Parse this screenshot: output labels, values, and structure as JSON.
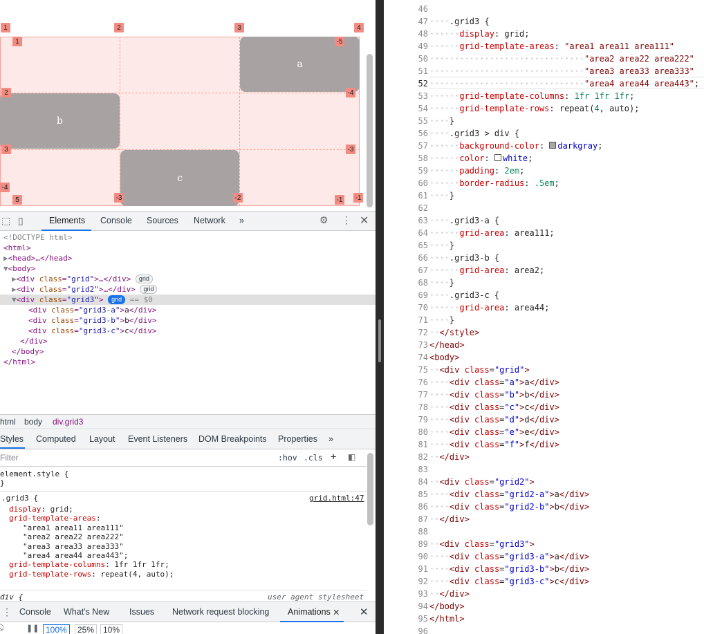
{
  "viewport": {
    "cells": [
      {
        "label": "a"
      },
      {
        "label": "b"
      },
      {
        "label": "c"
      }
    ],
    "badges": [
      "1",
      "2",
      "3",
      "4",
      "1",
      "-5",
      "2",
      "-4",
      "3",
      "-3",
      "-4",
      "5",
      "-3",
      "-2",
      "-1",
      "-1"
    ]
  },
  "devtools": {
    "tabs": [
      "Elements",
      "Console",
      "Sources",
      "Network",
      "»"
    ],
    "active_tab": "Elements",
    "dom_lines": [
      {
        "k": "doctype",
        "text": "<!DOCTYPE html>"
      },
      {
        "k": "html",
        "text": "<html>"
      },
      {
        "k": "head",
        "pre": "▶",
        "text": "<head>…</head>"
      },
      {
        "k": "body",
        "pre": "▼",
        "text": "<body>"
      },
      {
        "k": "grid",
        "pre": "▶",
        "open": "<div ",
        "attr": "class",
        "val": "\"grid\"",
        "close": ">…</div>",
        "badge": "grid"
      },
      {
        "k": "grid2",
        "pre": "▶",
        "open": "<div ",
        "attr": "class",
        "val": "\"grid2\"",
        "close": ">…</div>",
        "badge": "grid"
      },
      {
        "k": "grid3",
        "pre": "▼",
        "open": "<div ",
        "attr": "class",
        "val": "\"grid3\"",
        "close": ">",
        "badge": "grid",
        "suffix": " == $0"
      },
      {
        "k": "a",
        "open": "<div ",
        "attr": "class",
        "val": "\"grid3-a\"",
        "close": ">",
        "txt": "a",
        "end": "</div>"
      },
      {
        "k": "b",
        "open": "<div ",
        "attr": "class",
        "val": "\"grid3-b\"",
        "close": ">",
        "txt": "b",
        "end": "</div>"
      },
      {
        "k": "c",
        "open": "<div ",
        "attr": "class",
        "val": "\"grid3-c\"",
        "close": ">",
        "txt": "c",
        "end": "</div>"
      },
      {
        "k": "enddiv",
        "text": "</div>"
      },
      {
        "k": "endbody",
        "text": "</body>"
      },
      {
        "k": "endhtml",
        "text": "</html>"
      }
    ],
    "breadcrumbs": [
      "html",
      "body",
      "div.grid3"
    ],
    "subtabs": [
      "Styles",
      "Computed",
      "Layout",
      "Event Listeners",
      "DOM Breakpoints",
      "Properties",
      "»"
    ],
    "filter_placeholder": "Filter",
    "filter_buttons": [
      ":hov",
      ".cls",
      "+"
    ],
    "rules": {
      "element_style": "element.style {",
      "element_style_close": "}",
      "selector": ".grid3 {",
      "source": "grid.html:47",
      "decls": [
        {
          "p": "display",
          "v": "grid;"
        },
        {
          "p": "grid-template-areas",
          "v": ""
        },
        {
          "cont": "\"area1 area11 area111\""
        },
        {
          "cont": "\"area2 area22 area222\""
        },
        {
          "cont": "\"area3 area33 area333\""
        },
        {
          "cont": "\"area4 area44 area443\";"
        },
        {
          "p": "grid-template-columns",
          "v": "1fr 1fr 1fr;"
        },
        {
          "p": "grid-template-rows",
          "v": "repeat(4, auto);"
        }
      ],
      "next_selector": "div {",
      "next_source": "user agent stylesheet"
    },
    "drawer_tabs": [
      "Console",
      "What's New",
      "Issues",
      "Network request blocking",
      "Animations"
    ],
    "animation_speeds": [
      "100%",
      "25%",
      "10%"
    ]
  },
  "editor": {
    "current_line": 52,
    "lines": [
      {
        "n": 46,
        "html": ""
      },
      {
        "n": 47,
        "html": "<span class='cw'>····</span>.grid3 {"
      },
      {
        "n": 48,
        "html": "<span class='cw'>······</span><span class='ca'>display</span>: grid;"
      },
      {
        "n": 49,
        "html": "<span class='cw'>······</span><span class='ca'>grid-template-areas</span>: <span class='cs'>\"area1 area11 area111\"</span>"
      },
      {
        "n": 50,
        "html": "<span class='cw'>·······························</span><span class='cs'>\"area2 area22 area222\"</span>"
      },
      {
        "n": 51,
        "html": "<span class='cw'>·······························</span><span class='cs'>\"area3 area33 area333\"</span>"
      },
      {
        "n": 52,
        "html": "<span class='cw'>·······························</span><span class='cs'>\"area4 area44 area443\"</span>;"
      },
      {
        "n": 53,
        "html": "<span class='cw'>······</span><span class='ca'>grid-template-columns</span>: <span class='cn'>1fr</span> <span class='cn'>1fr</span> <span class='cn'>1fr</span>;"
      },
      {
        "n": 54,
        "html": "<span class='cw'>······</span><span class='ca'>grid-template-rows</span>: repeat(<span class='cn'>4</span>, auto);"
      },
      {
        "n": 55,
        "html": "<span class='cw'>····</span>}"
      },
      {
        "n": 56,
        "html": "<span class='cw'>····</span>.grid3 &gt; div {"
      },
      {
        "n": 57,
        "html": "<span class='cw'>······</span><span class='ca'>background-color</span>: <span class='swatch' style='background:#a9a9a9'></span><span class='cv'>darkgray</span>;"
      },
      {
        "n": 58,
        "html": "<span class='cw'>······</span><span class='ca'>color</span>: <span class='swatch' style='background:#fff'></span><span class='cv'>white</span>;"
      },
      {
        "n": 59,
        "html": "<span class='cw'>······</span><span class='ca'>padding</span>: <span class='cn'>2em</span>;"
      },
      {
        "n": 60,
        "html": "<span class='cw'>······</span><span class='ca'>border-radius</span>: <span class='cn'>.5em</span>;"
      },
      {
        "n": 61,
        "html": "<span class='cw'>····</span>}"
      },
      {
        "n": 62,
        "html": ""
      },
      {
        "n": 63,
        "html": "<span class='cw'>····</span>.grid3-a {"
      },
      {
        "n": 64,
        "html": "<span class='cw'>······</span><span class='ca'>grid-area</span>: area111;"
      },
      {
        "n": 65,
        "html": "<span class='cw'>····</span>}"
      },
      {
        "n": 66,
        "html": "<span class='cw'>····</span>.grid3-b {"
      },
      {
        "n": 67,
        "html": "<span class='cw'>······</span><span class='ca'>grid-area</span>: area2;"
      },
      {
        "n": 68,
        "html": "<span class='cw'>····</span>}"
      },
      {
        "n": 69,
        "html": "<span class='cw'>····</span>.grid3-c {"
      },
      {
        "n": 70,
        "html": "<span class='cw'>······</span><span class='ca'>grid-area</span>: area44;"
      },
      {
        "n": 71,
        "html": "<span class='cw'>····</span>}"
      },
      {
        "n": 72,
        "html": "<span class='cw'>··</span><span class='ct'>&lt;/style&gt;</span>"
      },
      {
        "n": 73,
        "html": "<span class='ct'>&lt;/head&gt;</span>"
      },
      {
        "n": 74,
        "html": "<span class='ct'>&lt;body&gt;</span>"
      },
      {
        "n": 75,
        "html": "<span class='cw'>··</span><span class='ct'>&lt;div</span> <span class='ca'>class</span>=<span class='cv'>\"grid\"</span><span class='ct'>&gt;</span>"
      },
      {
        "n": 76,
        "html": "<span class='cw'>····</span><span class='ct'>&lt;div</span> <span class='ca'>class</span>=<span class='cv'>\"a\"</span><span class='ct'>&gt;</span>a<span class='ct'>&lt;/div&gt;</span>"
      },
      {
        "n": 77,
        "html": "<span class='cw'>····</span><span class='ct'>&lt;div</span> <span class='ca'>class</span>=<span class='cv'>\"b\"</span><span class='ct'>&gt;</span>b<span class='ct'>&lt;/div&gt;</span>"
      },
      {
        "n": 78,
        "html": "<span class='cw'>····</span><span class='ct'>&lt;div</span> <span class='ca'>class</span>=<span class='cv'>\"c\"</span><span class='ct'>&gt;</span>c<span class='ct'>&lt;/div&gt;</span>"
      },
      {
        "n": 79,
        "html": "<span class='cw'>····</span><span class='ct'>&lt;div</span> <span class='ca'>class</span>=<span class='cv'>\"d\"</span><span class='ct'>&gt;</span>d<span class='ct'>&lt;/div&gt;</span>"
      },
      {
        "n": 80,
        "html": "<span class='cw'>····</span><span class='ct'>&lt;div</span> <span class='ca'>class</span>=<span class='cv'>\"e\"</span><span class='ct'>&gt;</span>e<span class='ct'>&lt;/div&gt;</span>"
      },
      {
        "n": 81,
        "html": "<span class='cw'>····</span><span class='ct'>&lt;div</span> <span class='ca'>class</span>=<span class='cv'>\"f\"</span><span class='ct'>&gt;</span>f<span class='ct'>&lt;/div&gt;</span>"
      },
      {
        "n": 82,
        "html": "<span class='cw'>··</span><span class='ct'>&lt;/div&gt;</span>"
      },
      {
        "n": 83,
        "html": ""
      },
      {
        "n": 84,
        "html": "<span class='cw'>··</span><span class='ct'>&lt;div</span> <span class='ca'>class</span>=<span class='cv'>\"grid2\"</span><span class='ct'>&gt;</span>"
      },
      {
        "n": 85,
        "html": "<span class='cw'>····</span><span class='ct'>&lt;div</span> <span class='ca'>class</span>=<span class='cv'>\"grid2-a\"</span><span class='ct'>&gt;</span>a<span class='ct'>&lt;/div&gt;</span>"
      },
      {
        "n": 86,
        "html": "<span class='cw'>····</span><span class='ct'>&lt;div</span> <span class='ca'>class</span>=<span class='cv'>\"grid2-b\"</span><span class='ct'>&gt;</span>b<span class='ct'>&lt;/div&gt;</span>"
      },
      {
        "n": 87,
        "html": "<span class='cw'>··</span><span class='ct'>&lt;/div&gt;</span>"
      },
      {
        "n": 88,
        "html": ""
      },
      {
        "n": 89,
        "html": "<span class='cw'>··</span><span class='ct'>&lt;div</span> <span class='ca'>class</span>=<span class='cv'>\"grid3\"</span><span class='ct'>&gt;</span>"
      },
      {
        "n": 90,
        "html": "<span class='cw'>····</span><span class='ct'>&lt;div</span> <span class='ca'>class</span>=<span class='cv'>\"grid3-a\"</span><span class='ct'>&gt;</span>a<span class='ct'>&lt;/div&gt;</span>"
      },
      {
        "n": 91,
        "html": "<span class='cw'>····</span><span class='ct'>&lt;div</span> <span class='ca'>class</span>=<span class='cv'>\"grid3-b\"</span><span class='ct'>&gt;</span>b<span class='ct'>&lt;/div&gt;</span>"
      },
      {
        "n": 92,
        "html": "<span class='cw'>····</span><span class='ct'>&lt;div</span> <span class='ca'>class</span>=<span class='cv'>\"grid3-c\"</span><span class='ct'>&gt;</span>c<span class='ct'>&lt;/div&gt;</span>"
      },
      {
        "n": 93,
        "html": "<span class='cw'>··</span><span class='ct'>&lt;/div&gt;</span>"
      },
      {
        "n": 94,
        "html": "<span class='ct'>&lt;/body&gt;</span>"
      },
      {
        "n": 95,
        "html": "<span class='ct'>&lt;/html&gt;</span>"
      },
      {
        "n": 96,
        "html": ""
      }
    ]
  }
}
